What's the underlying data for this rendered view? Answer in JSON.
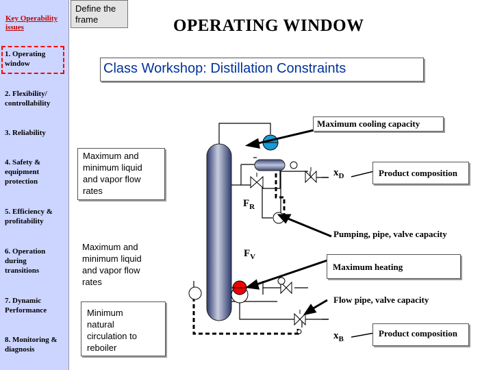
{
  "sidebar": {
    "title": "Key Operability\nissues",
    "items": [
      {
        "label": "1. Operating\n   window"
      },
      {
        "label": "2. Flexibility/\n   controllability"
      },
      {
        "label": "3. Reliability"
      },
      {
        "label": "4. Safety &\n   equipment\n   protection"
      },
      {
        "label": "5. Efficiency &\n   profitability"
      },
      {
        "label": "6. Operation\n   during\n   transitions"
      },
      {
        "label": "7. Dynamic\n   Performance"
      },
      {
        "label": "8. Monitoring &\n   diagnosis"
      }
    ]
  },
  "define_frame": "Define the\nframe",
  "title": "OPERATING WINDOW",
  "workshop": {
    "label": "Class Workshop",
    "text": ": Distillation Constraints"
  },
  "constraints": {
    "max_cooling": "Maximum cooling capacity",
    "pumping": "Pumping, pipe, valve capacity",
    "max_heating": "Maximum heating",
    "flow_pipe": "Flow pipe, valve capacity",
    "product_top": "Product composition",
    "product_bottom": "Product composition",
    "liquid_vapor_top": "Maximum and\nminimum liquid\nand vapor flow\nrates",
    "liquid_vapor_bottom": "Maximum and\nminimum liquid\nand vapor flow\nrates",
    "min_circulation": "Minimum\nnatural\ncirculation to\nreboiler"
  },
  "variables": {
    "xd": {
      "main": "x",
      "sub": "D"
    },
    "fr": {
      "main": "F",
      "sub": "R"
    },
    "fv": {
      "main": "F",
      "sub": "V"
    },
    "xb": {
      "main": "x",
      "sub": "B"
    }
  },
  "colors": {
    "sidebar": "#ccd5ff",
    "accent_red": "#ff0000",
    "workshop_text": "#003399",
    "condenser_valve": "#1a9bd7",
    "reboiler_valve": "#ee0000"
  }
}
